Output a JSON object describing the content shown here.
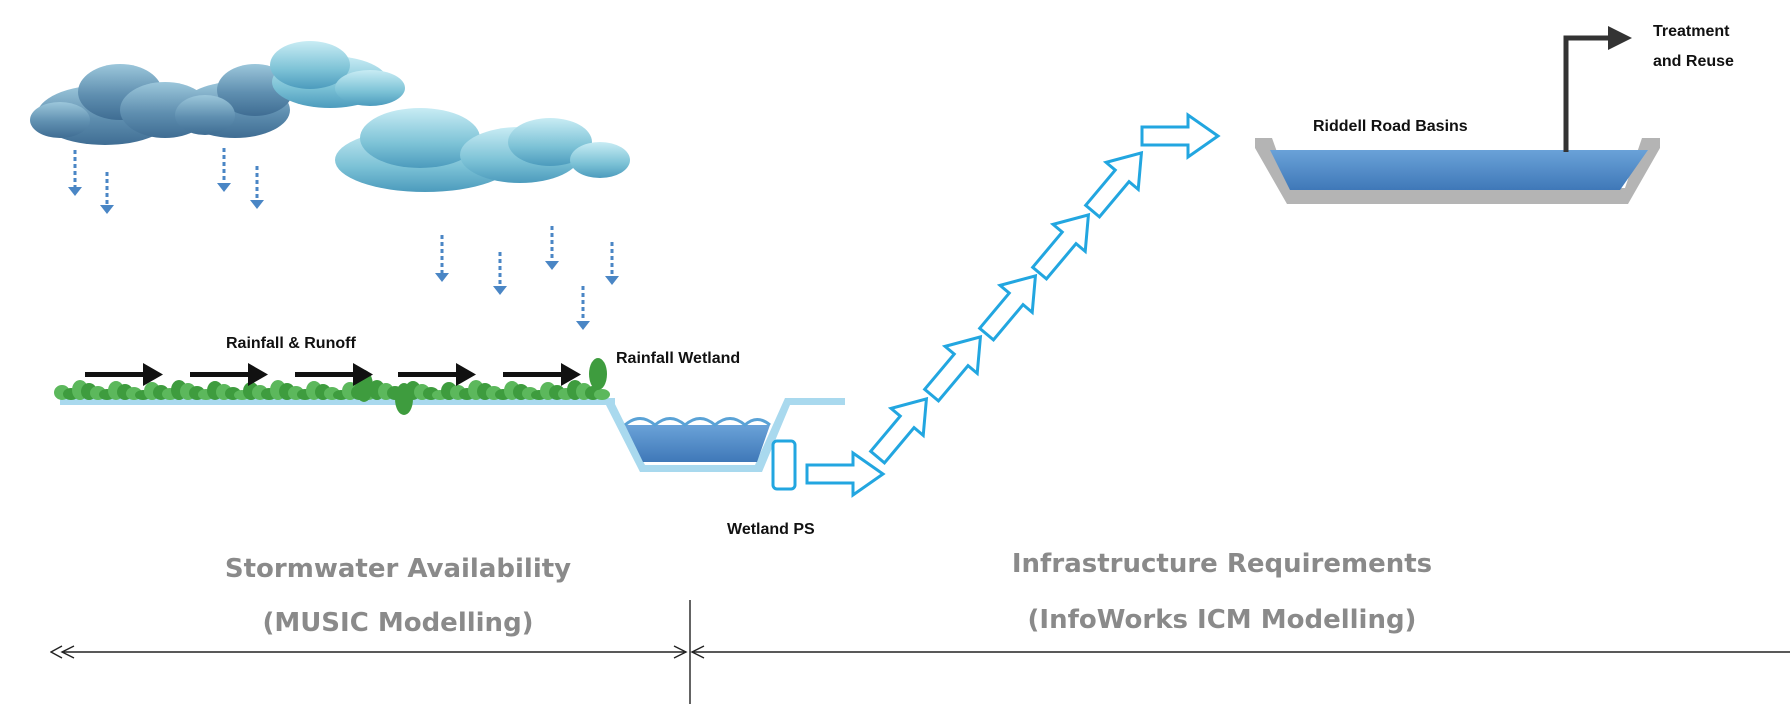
{
  "labels": {
    "rainfall_runoff": "Rainfall & Runoff",
    "rainfall_wetland": "Rainfall Wetland",
    "wetland_ps": "Wetland PS",
    "riddell_basins": "Riddell Road Basins",
    "treatment_line1": "Treatment",
    "treatment_line2": "and Reuse"
  },
  "sections": {
    "left_title": "Stormwater Availability",
    "left_subtitle": "(MUSIC Modelling)",
    "right_title": "Infrastructure Requirements",
    "right_subtitle": "(InfoWorks ICM Modelling)"
  },
  "colors": {
    "water": "#4a86c5",
    "water_light": "#a9d9ee",
    "grass": "#3e9c3e",
    "arrow_outline": "#22a6e0",
    "basin_rim": "#b4b4b4",
    "text_gray": "#8a8a8a"
  },
  "icons": [
    "cloud-icon",
    "rain-drop-icon",
    "flow-arrow-icon",
    "pump-station-icon"
  ]
}
